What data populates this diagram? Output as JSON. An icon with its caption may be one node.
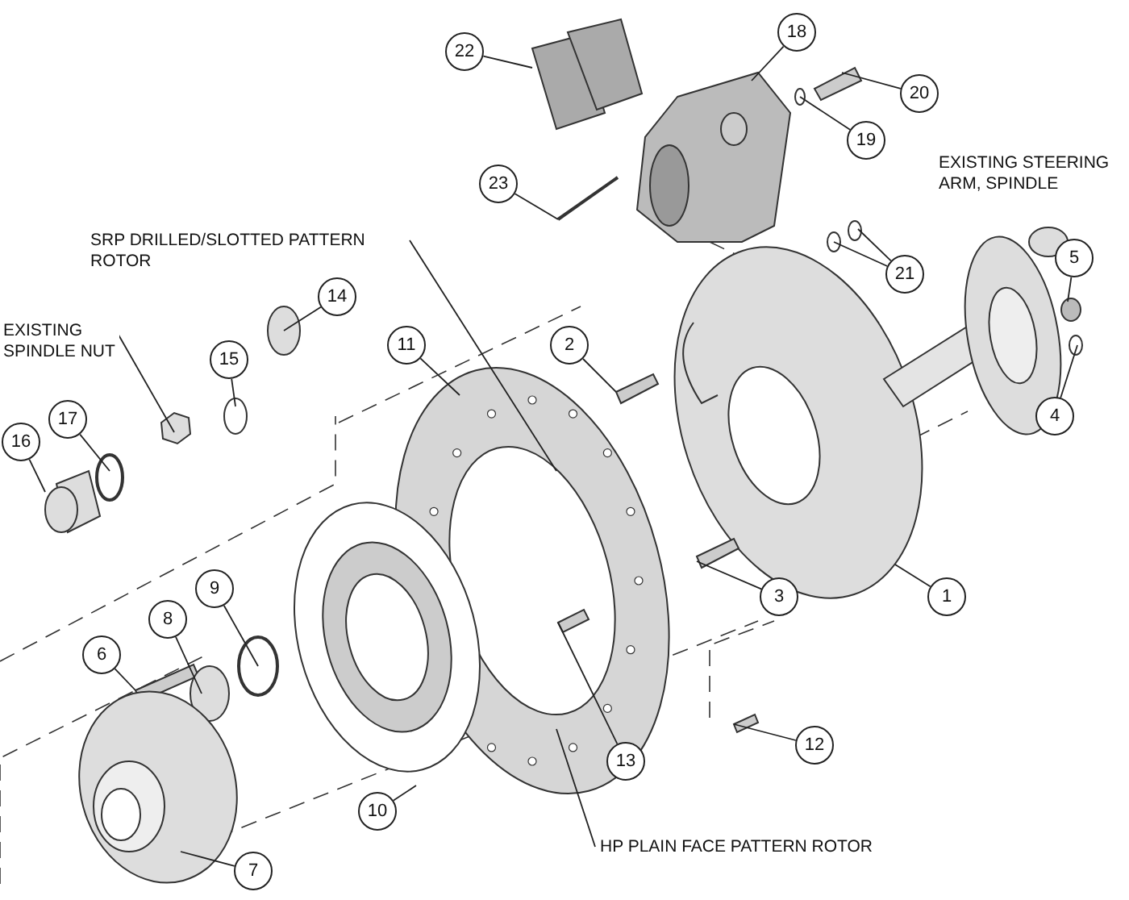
{
  "diagram": {
    "nodes": [
      {
        "text": [
          "22"
        ]
      },
      {
        "text": [
          "18"
        ]
      },
      {
        "text": [
          "20"
        ]
      },
      {
        "text": [
          "19"
        ]
      },
      {
        "text": [
          "EXISTING STEERING ARM, SPINDLE"
        ]
      },
      {
        "text": [
          "23"
        ]
      },
      {
        "text": [
          "SRP DRILLED/SLOTTED PATTERN ROTOR"
        ]
      },
      {
        "text": [
          "21"
        ]
      },
      {
        "text": [
          "5"
        ]
      },
      {
        "text": [
          "14"
        ]
      },
      {
        "text": [
          "EXISTING SPINDLE NUT"
        ]
      },
      {
        "text": [
          "15"
        ]
      },
      {
        "text": [
          "11"
        ]
      },
      {
        "text": [
          "2"
        ]
      },
      {
        "text": [
          "4"
        ]
      },
      {
        "text": [
          "17"
        ]
      },
      {
        "text": [
          "16"
        ]
      },
      {
        "text": [
          "3"
        ]
      },
      {
        "text": [
          "1"
        ]
      },
      {
        "text": [
          "9"
        ]
      },
      {
        "text": [
          "8"
        ]
      },
      {
        "text": [
          "6"
        ]
      },
      {
        "text": [
          "13"
        ]
      },
      {
        "text": [
          "12"
        ]
      },
      {
        "text": [
          "10"
        ]
      },
      {
        "text": [
          "HP PLAIN FACE PATTERN ROTOR"
        ]
      },
      {
        "text": [
          "7"
        ]
      }
    ],
    "edges": [
      {
        "from": 0,
        "to": null,
        "arrow": "none"
      },
      {
        "from": 1,
        "to": null,
        "arrow": "none"
      },
      {
        "from": 2,
        "to": null,
        "arrow": "none"
      },
      {
        "from": 3,
        "to": null,
        "arrow": "none"
      },
      {
        "from": 5,
        "to": null,
        "arrow": "none"
      },
      {
        "from": 6,
        "to": null,
        "arrow": "none"
      },
      {
        "from": 7,
        "to": null,
        "arrow": "none"
      },
      {
        "from": 7,
        "to": null,
        "arrow": "none"
      },
      {
        "from": 8,
        "to": null,
        "arrow": "none"
      },
      {
        "from": 9,
        "to": null,
        "arrow": "none"
      },
      {
        "from": 10,
        "to": null,
        "arrow": "none"
      },
      {
        "from": 11,
        "to": null,
        "arrow": "none"
      },
      {
        "from": 12,
        "to": null,
        "arrow": "none"
      },
      {
        "from": 13,
        "to": null,
        "arrow": "none"
      },
      {
        "from": 14,
        "to": null,
        "arrow": "none"
      },
      {
        "from": 15,
        "to": null,
        "arrow": "none"
      },
      {
        "from": 16,
        "to": null,
        "arrow": "none"
      },
      {
        "from": 17,
        "to": null,
        "arrow": "none"
      },
      {
        "from": 18,
        "to": null,
        "arrow": "none"
      },
      {
        "from": 19,
        "to": null,
        "arrow": "none"
      },
      {
        "from": 20,
        "to": null,
        "arrow": "none"
      },
      {
        "from": 21,
        "to": null,
        "arrow": "none"
      },
      {
        "from": 22,
        "to": null,
        "arrow": "none"
      },
      {
        "from": 23,
        "to": null,
        "arrow": "none"
      },
      {
        "from": 24,
        "to": null,
        "arrow": "none"
      },
      {
        "from": 25,
        "to": null,
        "arrow": "none"
      },
      {
        "from": 26,
        "to": null,
        "arrow": "none"
      }
    ]
  }
}
